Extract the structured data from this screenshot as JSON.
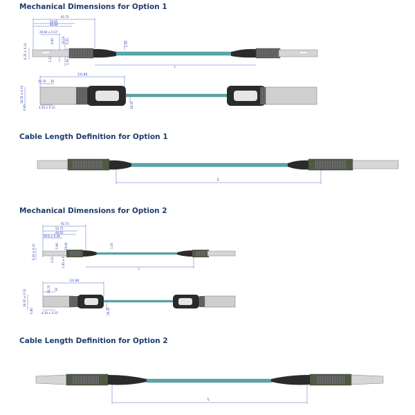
{
  "headings": {
    "mech_opt1": "Mechanical Dimensions for Option 1",
    "cable_opt1": "Cable Length Definition for Option 1",
    "mech_opt2": "Mechanical Dimensions for Option 2",
    "cable_opt2": "Cable Length Definition for Option 2"
  },
  "option1": {
    "side": {
      "d_overall": "92.73",
      "d_a": "54.65",
      "d_b": "46.84",
      "d_c": "29.60 ± 0.37",
      "d_d": "6.60",
      "d_e": "29.10",
      "d_f": "5.20",
      "d_g": "6.35 ± 0.10",
      "d_h": "2.22",
      "d_i": "1.40 ± 0.10",
      "d_j": "1.35",
      "d_L": "L"
    },
    "top": {
      "d_a": "131.88",
      "d_b": "10.70",
      "d_c": "30",
      "d_d": "18.35 ± 0.10",
      "d_e": "4.20 ± 0.15",
      "d_f": "0.80",
      "d_g": "18.35"
    },
    "cable_L": "L"
  },
  "option2": {
    "side": {
      "d_overall": "92.73",
      "d_a": "52.73",
      "d_b": "44.02",
      "d_c": "29.6 ± 0.46",
      "d_d": "5.90",
      "d_e": "29.00",
      "d_f": "6.30 ± 0.10",
      "d_g": "2.22",
      "d_h": "1.40 ± 0.10",
      "d_i": "1.35",
      "d_L": "L"
    },
    "top": {
      "d_a": "131.88",
      "d_b": "10.70",
      "d_c": "30",
      "d_d": "18.35 ± 0.10",
      "d_e": "4.20 ± 0.15",
      "d_f": "0.80",
      "d_g": "18.35"
    },
    "cable_L": "L"
  },
  "colors": {
    "heading": "#1f3c6b",
    "dimension": "#2a3fb0",
    "cable": "#5aa5a9",
    "housing": "#c9c9c9",
    "boot": "#2b2b2b",
    "latch_green": "#4f5a45"
  }
}
